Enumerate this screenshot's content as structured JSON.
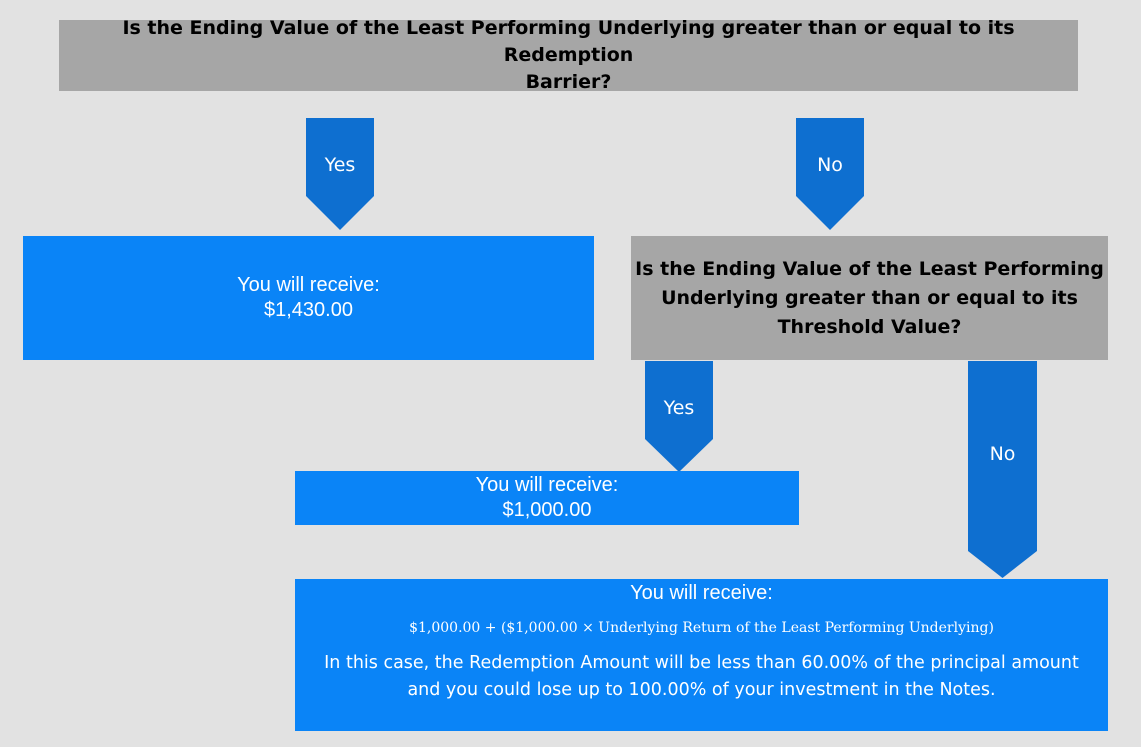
{
  "question_1": {
    "line_1": "Is the Ending Value of the Least Performing Underlying greater than or equal to its Redemption",
    "line_2": "Barrier?"
  },
  "branch_1_yes_label": "Yes",
  "branch_1_no_label": "No",
  "outcome_1": {
    "line_1": "You will receive:",
    "line_2": "$1,430.00"
  },
  "question_2": {
    "line_1": "Is the Ending Value of the Least Performing",
    "line_2": "Underlying greater than or equal to its",
    "line_3": "Threshold Value?"
  },
  "branch_2_yes_label": "Yes",
  "branch_2_no_label": "No",
  "outcome_2": {
    "line_1": "You will receive:",
    "line_2": "$1,000.00"
  },
  "outcome_3": {
    "line_1": "You will receive:",
    "formula": "$1,000.00 + ($1,000.00 × Underlying Return of the Least Performing Underlying)",
    "note_line_1": "In this case, the Redemption Amount will be less than 60.00% of the principal amount",
    "note_line_2": "and you could lose up to 100.00% of your investment in the Notes."
  },
  "colors": {
    "background": "#e2e2e2",
    "question_fill": "#a6a6a6",
    "outcome_fill": "#0a84f7",
    "arrow_fill": "#0e6fd0"
  }
}
